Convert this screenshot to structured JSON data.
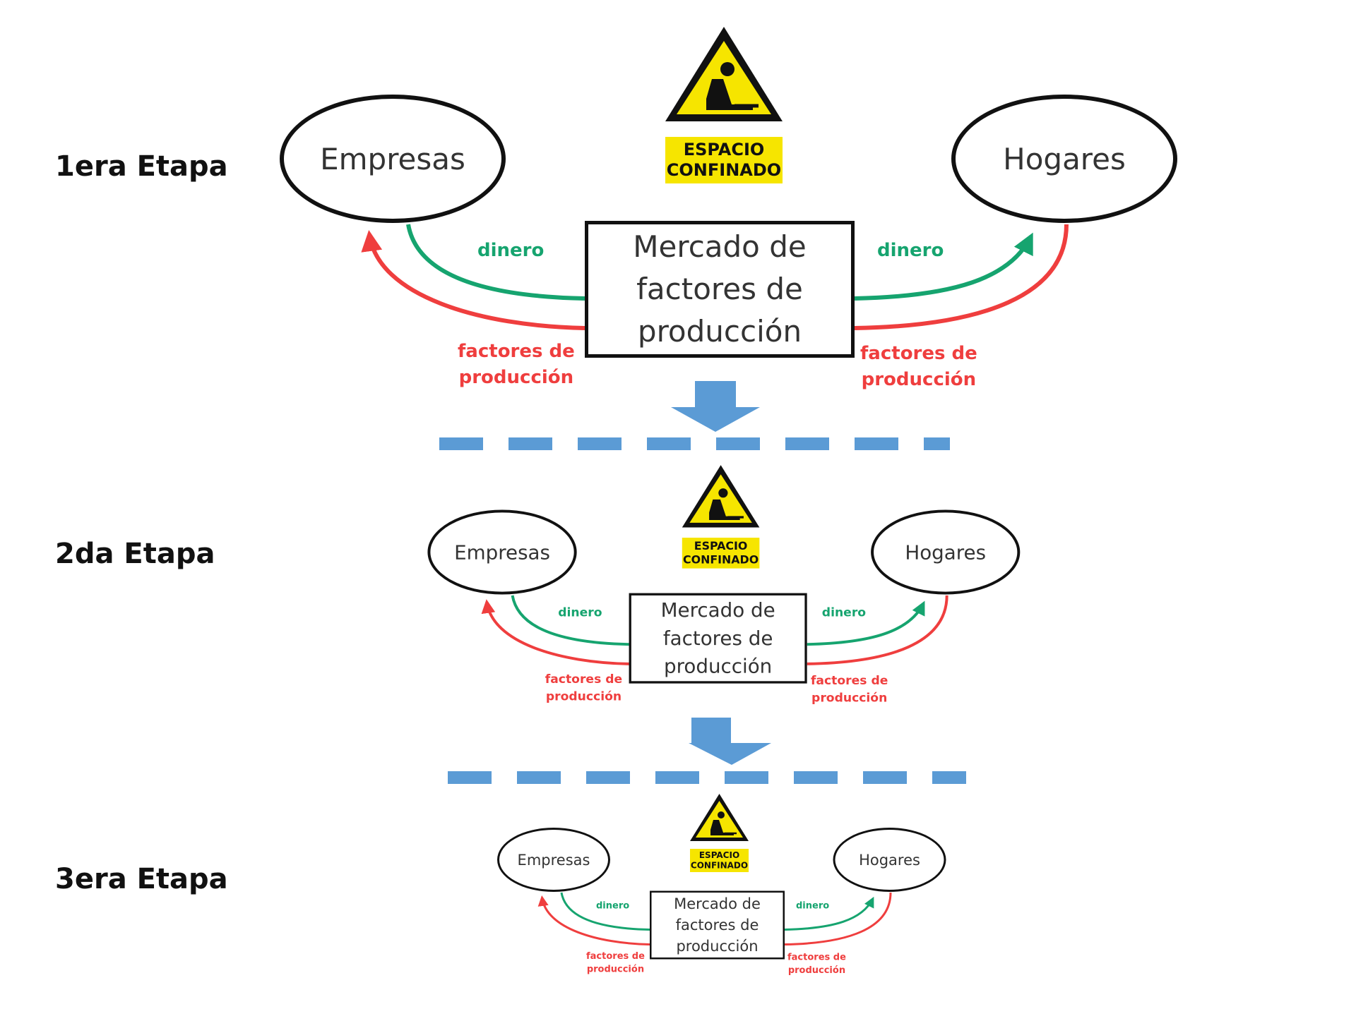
{
  "stages": [
    {
      "label": "1era Etapa",
      "firms": "Empresas",
      "households": "Hogares",
      "market_line1": "Mercado de",
      "market_line2": "factores de",
      "market_line3": "producción",
      "money": "dinero",
      "factors_line1": "factores de",
      "factors_line2": "producción",
      "sign_line1": "ESPACIO",
      "sign_line2": "CONFINADO"
    },
    {
      "label": "2da Etapa",
      "firms": "Empresas",
      "households": "Hogares",
      "market_line1": "Mercado de",
      "market_line2": "factores de",
      "market_line3": "producción",
      "money": "dinero",
      "factors_line1": "factores de",
      "factors_line2": "producción",
      "sign_line1": "ESPACIO",
      "sign_line2": "CONFINADO"
    },
    {
      "label": "3era Etapa",
      "firms": "Empresas",
      "households": "Hogares",
      "market_line1": "Mercado de",
      "market_line2": "factores de",
      "market_line3": "producción",
      "money": "dinero",
      "factors_line1": "factores de",
      "factors_line2": "producción",
      "sign_line1": "ESPACIO",
      "sign_line2": "CONFINADO"
    }
  ],
  "colors": {
    "money_flow": "#16a46f",
    "factors_flow": "#ef3e3e",
    "transition": "#5b9bd5",
    "sign_yellow": "#f6e500"
  },
  "icons": [
    "confined-space-warning-icon",
    "down-arrow-icon"
  ]
}
